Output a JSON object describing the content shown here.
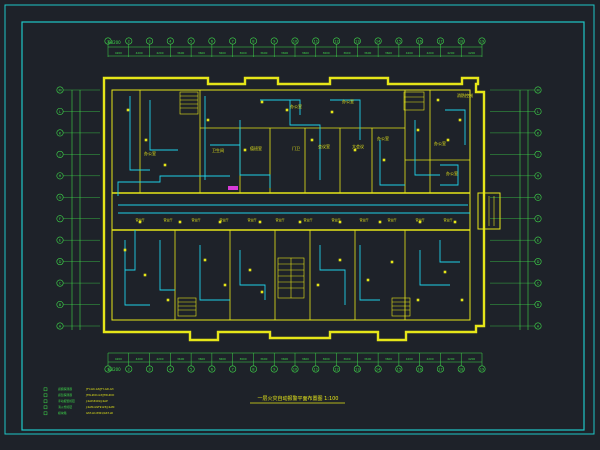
{
  "drawing": {
    "title": "一层火灾自动报警平面布置图  1:100",
    "scale_ref": "",
    "top_dimension_total": "88200",
    "bottom_dimension_total": "88200"
  },
  "axes": {
    "top": [
      "1",
      "2",
      "3",
      "4",
      "5",
      "6",
      "7",
      "8",
      "9",
      "10",
      "11",
      "12",
      "13",
      "14",
      "15",
      "16",
      "17",
      "18",
      "19"
    ],
    "side": [
      "A",
      "B",
      "C",
      "D",
      "E",
      "F",
      "G",
      "H",
      "J",
      "K",
      "L",
      "M"
    ]
  },
  "dimensions": {
    "top_segments": [
      "4200",
      "4200",
      "4200",
      "3600",
      "3600",
      "3600",
      "3600",
      "3600",
      "3600",
      "3600",
      "3600",
      "3600",
      "3600",
      "3600",
      "4200",
      "4200",
      "4200",
      "4200"
    ],
    "bottom_segments": [
      "4200",
      "4200",
      "4200",
      "3600",
      "3600",
      "3600",
      "3600",
      "3600",
      "3600",
      "3600",
      "3600",
      "3600",
      "3600",
      "3600",
      "4200",
      "4200",
      "4200",
      "4200"
    ]
  },
  "rooms": {
    "upper": [
      "办公室",
      "卫生间",
      "值班室",
      "门卫",
      "会议室",
      "大会议",
      "办公室",
      "办公室",
      "办公室",
      "办公室",
      "办公室",
      "消防控制"
    ],
    "mid": [
      "营业厅",
      "营业厅",
      "营业厅",
      "营业厅",
      "营业厅",
      "营业厅",
      "营业厅",
      "营业厅",
      "营业厅",
      "营业厅",
      "营业厅",
      "营业厅"
    ]
  },
  "legend": {
    "items": [
      {
        "label": "感烟探测器",
        "note": "JTY-GD-G3/JTY-GD-G3"
      },
      {
        "label": "感温探测器",
        "note": "JTW-ZCD-G3/JTW-ZCD"
      },
      {
        "label": "手动报警按钮",
        "note": "J-SAP-8401/J-SAP"
      },
      {
        "label": "消火栓按钮",
        "note": "J-SAM-GST9123/J-SAM"
      },
      {
        "label": "模块箱",
        "note": "GST-LD-8301/GST-LD"
      }
    ]
  },
  "colors": {
    "background": "#1e2229",
    "frame": "#1fc7c7",
    "walls": "#e6e619",
    "wiring": "#1fd0e8",
    "dims": "#3ed84a",
    "labels": "#e6e619",
    "accent": "#d83bd8"
  }
}
